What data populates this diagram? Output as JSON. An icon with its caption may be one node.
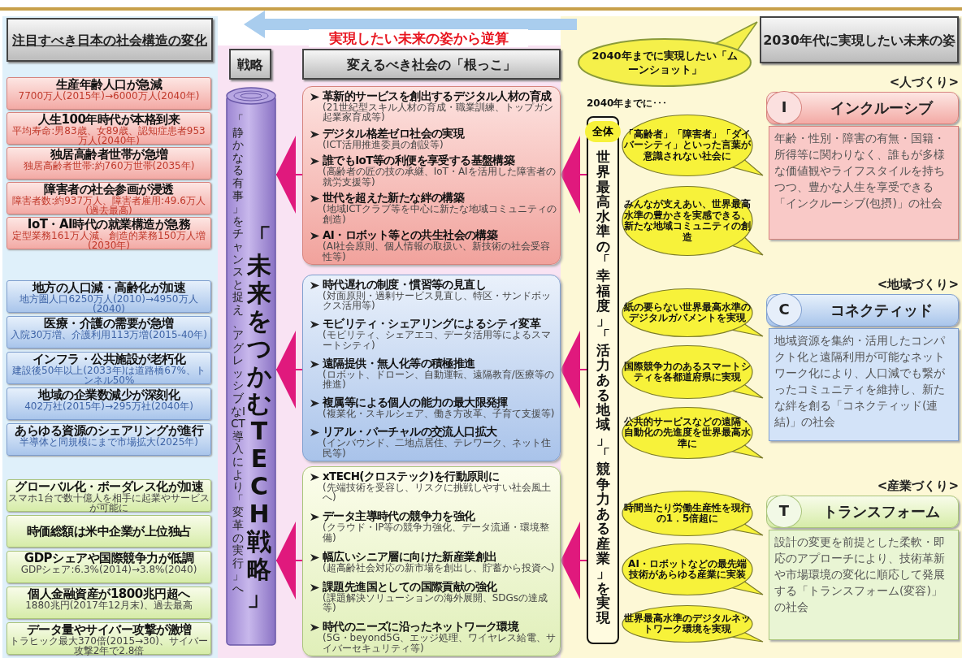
{
  "diagram": {
    "nodes": [
      {
        "text": [
          "注目すべき日本の社会構造の変化"
        ]
      },
      {
        "text": [
          "生産年齢人口が急減",
          "7700万人(2015年)→6000万人(2040年)"
        ]
      },
      {
        "text": [
          "人生100年時代が本格到来",
          "平均寿命:男83歳、女89歳、認知症患者953万人(2040年)"
        ]
      },
      {
        "text": [
          "独居高齢者世帯が急増",
          "独居高齢者世帯:約760万世帯(2035年)"
        ]
      },
      {
        "text": [
          "障害者の社会参画が浸透",
          "障害者数:約937万人、障害者雇用:49.6万人(過去最高)"
        ]
      },
      {
        "text": [
          "IoT・AI時代の就業構造が急務",
          "定型業務161万人減、創造的業務150万人増(2030年)"
        ]
      },
      {
        "text": [
          "地方の人口減・高齢化が加速",
          "地方圏人口6250万人(2010)→4950万人(2040)"
        ]
      },
      {
        "text": [
          "医療・介護の需要が急増",
          "入院30万増、介護利用113万増(2015-40年)"
        ]
      },
      {
        "text": [
          "インフラ・公共施設が老朽化",
          "建設後50年以上(2033年)は道路橋67%、トンネル50%"
        ]
      },
      {
        "text": [
          "地域の企業数減少が深刻化",
          "402万社(2015年)→295万社(2040年)"
        ]
      },
      {
        "text": [
          "あらゆる資源のシェアリングが進行",
          "半導体と同規模にまで市場拡大(2025年)"
        ]
      },
      {
        "text": [
          "グローバル化・ボーダレス化が加速",
          "スマホ1台で数十億人を相手に起業やサービスが可能に"
        ]
      },
      {
        "text": [
          "時価総額は米中企業が上位独占"
        ]
      },
      {
        "text": [
          "GDPシェアや国際競争力が低調",
          "GDPシェア:6.3%(2014)→3.8%(2040)"
        ]
      },
      {
        "text": [
          "個人金融資産が1800兆円超へ",
          "1880兆円(2017年12月末)、過去最高"
        ]
      },
      {
        "text": [
          "データ量やサイバー攻撃が激増",
          "トラヒック最大370倍(2015→30)、サイバー攻撃2年で2.8倍"
        ]
      },
      {
        "text": [
          "戦略"
        ]
      },
      {
        "text": [
          "「静かなる有事」をチャンスと捉え、アグレッシブなICT導入により「変革の実行」へ",
          "「未来をつかむTECH戦略」"
        ]
      },
      {
        "text": [
          "変えるべき社会の「根っこ」"
        ]
      },
      {
        "text": [
          "革新的サービスを創出するデジタル人材の育成",
          "(21世紀型スキル人材の育成・職業訓練、トップガン起業家育成等)",
          "デジタル格差ゼロ社会の実現",
          "(ICT活用推進委員の創設等)",
          "誰でもIoT等の利便を享受する基盤構築",
          "(高齢者の匠の技の承継、IoT・AIを活用した障害者の就労支援等)",
          "世代を超えた新たな絆の構築",
          "(地域ICTクラブ等を中心に新たな地域コミュニティの創造)",
          "AI・ロボット等との共生社会の構築",
          "(AI社会原則、個人情報の取扱い、新技術の社会受容性等)"
        ]
      },
      {
        "text": [
          "時代遅れの制度・慣習等の見直し",
          "(対面原則・過剰サービス見直し、特区・サンドボックス活用等)",
          "モビリティ・シェアリングによるシティ変革",
          "(モビリティ、シェアエコ、データ活用等によるスマートシティ)",
          "遠隔提供・無人化等の積極推進",
          "(ロボット、ドローン、自動運転、遠隔教育/医療等の推進)",
          "複属等による個人の能力の最大限発揮",
          "(複業化・スキルシェア、働き方改革、子育て支援等)",
          "リアル・バーチャルの交流人口拡大",
          "(インバウンド、二地点居住、テレワーク、ネット住民等)"
        ]
      },
      {
        "text": [
          "xTECH(クロステック)を行動原則に",
          "(先端技術を受容し、リスクに挑戦しやすい社会風土へ)",
          "データ主導時代の競争力を強化",
          "(クラウド・IP等の競争力強化、データ流通・環境整備)",
          "幅広いシニア層に向けた新産業創出",
          "(超高齢社会対応の新市場を創出し、貯蓄から投資へ)",
          "課題先進国としての国際貢献の強化",
          "(課題解決ソリューションの海外展開、SDGsの達成等)",
          "時代のニーズに沿ったネットワーク環境",
          "(5G・beyond5G、エッジ処理、ワイヤレス給電、サイバーセキュリティ等)"
        ]
      },
      {
        "text": [
          "2040年までに実現したい「ムーンショット」"
        ]
      },
      {
        "text": [
          "2030年代に実現したい未来の姿"
        ]
      },
      {
        "text": [
          "全体",
          "世界最高水準の「幸福度」「活力ある地域」「競争力ある産業」を実現"
        ]
      },
      {
        "text": [
          "「高齢者」「障害者」「ダイバーシティ」といった言葉が意識されない社会に"
        ]
      },
      {
        "text": [
          "みんなが支えあい、世界最高水準の豊かさを実感できる、新たな地域コミュニティの創造"
        ]
      },
      {
        "text": [
          "紙の要らない世界最高水準のデジタルガバメントを実現"
        ]
      },
      {
        "text": [
          "国際競争力のあるスマートシティを各都道府県に実現"
        ]
      },
      {
        "text": [
          "公共的サービスなどの遠隔・自動化の先進度を世界最高水準に"
        ]
      },
      {
        "text": [
          "時間当たり労働生産性を現行の1．5倍超に"
        ]
      },
      {
        "text": [
          "AI・ロボットなどの最先端技術があらゆる産業に実装"
        ]
      },
      {
        "text": [
          "世界最高水準のデジタルネットワーク環境を実現"
        ]
      },
      {
        "text": [
          "I",
          "インクルーシブ",
          "年齢・性別・障害の有無・国籍・所得等に関わりなく、誰もが多様な価値観やライフスタイルを持ちつつ、豊かな人生を享受できる「インクルーシブ(包摂)」の社会"
        ],
        "beside": [
          "<人づくり>"
        ]
      },
      {
        "text": [
          "C",
          "コネクティッド",
          "地域資源を集約・活用したコンパクト化と遠隔利用が可能なネットワーク化により、人口減でも繋がったコミュニティを維持し、新たな絆を創る「コネクティッド(連結)」の社会"
        ],
        "beside": [
          "<地域づくり>"
        ]
      },
      {
        "text": [
          "T",
          "トランスフォーム",
          "設計の変更を前提とした柔軟・即応のアプローチにより、技術革新や市場環境の変化に順応して発展する「トランスフォーム(変容)」の社会"
        ],
        "beside": [
          "<産業づくり>"
        ]
      }
    ],
    "edges": [
      {
        "from": 22,
        "to": 16,
        "arrow": "to",
        "label": "実現したい未来の姿から逆算",
        "style": "thick",
        "color": "#a9cdee"
      },
      {
        "from": 24,
        "to": 19,
        "arrow": "to"
      },
      {
        "from": 24,
        "to": 20,
        "arrow": "to"
      },
      {
        "from": 24,
        "to": 21,
        "arrow": "to"
      },
      {
        "from": 19,
        "to": 17,
        "arrow": "to"
      },
      {
        "from": 20,
        "to": 17,
        "arrow": "to"
      },
      {
        "from": 21,
        "to": 17,
        "arrow": "to"
      }
    ],
    "labels": [
      "2040年までに･･･"
    ]
  }
}
